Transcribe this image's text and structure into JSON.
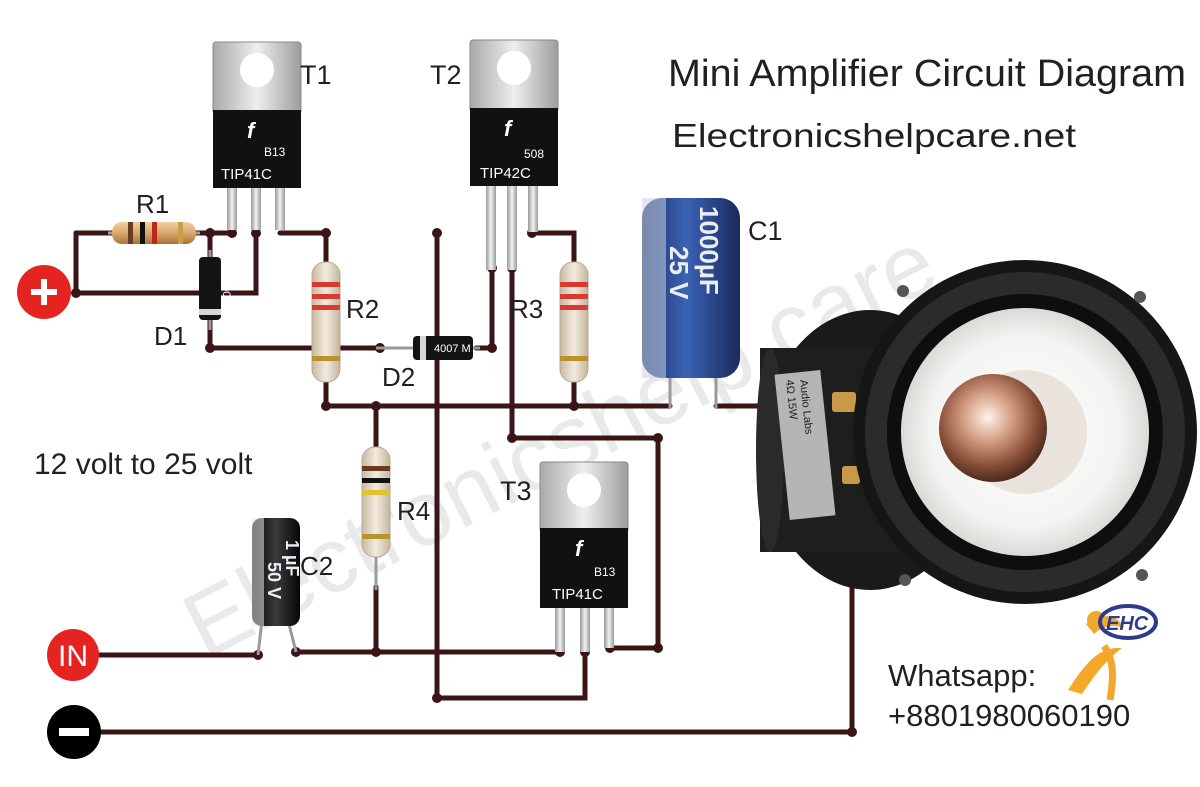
{
  "title": "Mini Amplifier Circuit Diagram",
  "website": "Electronicshelpcare.net",
  "watermark": "Electronicshelp care",
  "voltage_note": "12 volt to 25 volt",
  "terminals": {
    "positive": "+",
    "input": "IN",
    "negative": "—"
  },
  "components": {
    "t1": {
      "label": "T1",
      "part": "TIP41C",
      "code": "B13"
    },
    "t2": {
      "label": "T2",
      "part": "TIP42C",
      "code": "508"
    },
    "t3": {
      "label": "T3",
      "part": "TIP41C",
      "code": "B13"
    },
    "r1": "R1",
    "r2": "R2",
    "r3": "R3",
    "r4": "R4",
    "d1": "D1",
    "d2": "D2",
    "c1": {
      "label": "C1",
      "value": "1000µF",
      "voltage": "25 V"
    },
    "c2": {
      "label": "C2",
      "value": "1 µF",
      "voltage": "50 V"
    },
    "speaker": {
      "brand": "Audio Labs",
      "spec": "4Ω  15W"
    }
  },
  "logo": "EHC",
  "contact": {
    "label": "Whatsapp:",
    "number": "+8801980060190"
  },
  "colors": {
    "wire": "#3a1416",
    "terminal_red": "#e52421",
    "terminal_black": "#000000",
    "capacitor_blue": "#2f4f9a"
  }
}
